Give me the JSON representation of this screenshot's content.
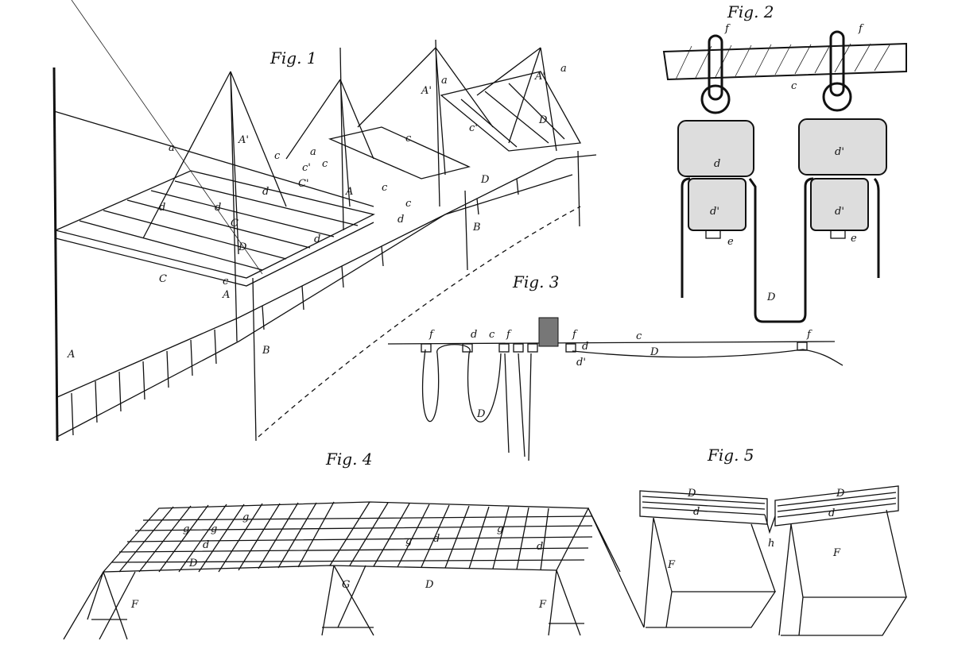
{
  "figures": {
    "fig1": "Fig. 1",
    "fig2": "Fig. 2",
    "fig3": "Fig. 3",
    "fig4": "Fig. 4",
    "fig5": "Fig. 5"
  },
  "fig1_labels": [
    "a",
    "A'",
    "c",
    "c'",
    "a",
    "c",
    "A",
    "C'",
    "c",
    "d",
    "c",
    "d",
    "C",
    "A",
    "B",
    "A",
    "B",
    "D",
    "a",
    "A'",
    "c'",
    "c",
    "a",
    "A'",
    "D",
    "d",
    "C",
    "c",
    "d",
    "d",
    "D"
  ],
  "fig2_labels": [
    "f",
    "f",
    "c",
    "d",
    "d'",
    "d'",
    "d'",
    "e",
    "e",
    "D"
  ],
  "fig3_labels": [
    "f",
    "d",
    "c",
    "f",
    "f",
    "d",
    "d'",
    "c",
    "D",
    "f",
    "D"
  ],
  "fig4_labels": [
    "g",
    "g",
    "g",
    "d",
    "D",
    "g",
    "d",
    "g",
    "d",
    "D",
    "F",
    "G",
    "F"
  ],
  "fig5_labels": [
    "D",
    "d",
    "D",
    "d",
    "h",
    "F",
    "F"
  ]
}
